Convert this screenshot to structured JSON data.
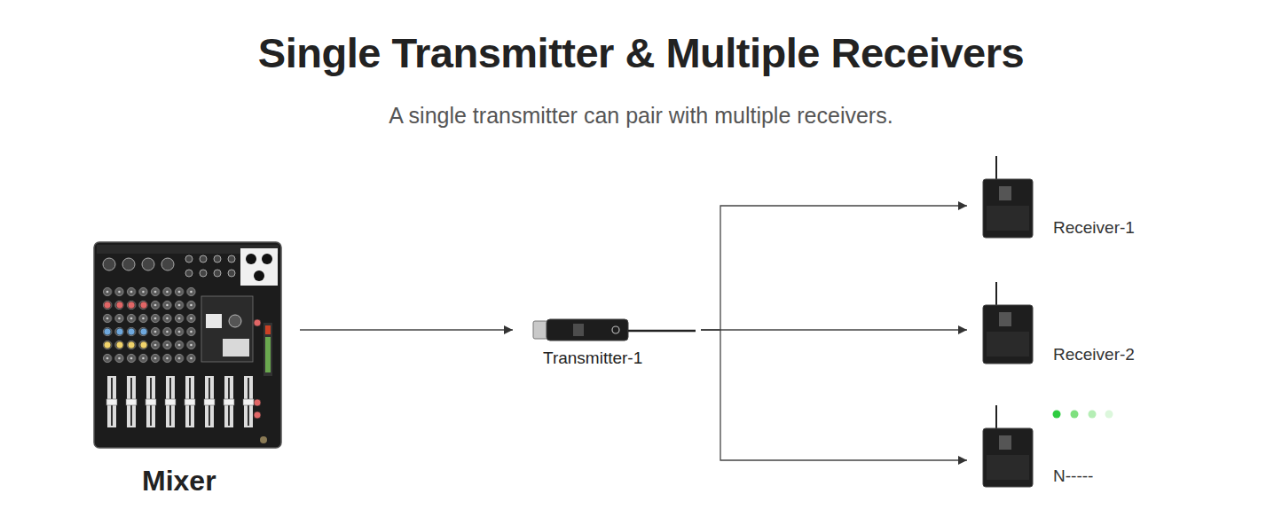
{
  "diagram": {
    "title": "Single Transmitter & Multiple Receivers",
    "caption": "A single transmitter can pair with multiple receivers.",
    "nodes": [
      {
        "text": [
          "Mixer"
        ]
      },
      {
        "text": [
          "Transmitter-1"
        ]
      },
      {
        "text": [
          "Receiver-1"
        ]
      },
      {
        "text": [
          "Receiver-2"
        ]
      },
      {
        "text": [
          "N-----"
        ]
      }
    ],
    "edges": [
      {
        "from": 0,
        "to": 1,
        "arrow": "to"
      },
      {
        "from": 1,
        "to": 2,
        "arrow": "to"
      },
      {
        "from": 1,
        "to": 3,
        "arrow": "to"
      },
      {
        "from": 1,
        "to": 4,
        "arrow": "to"
      }
    ]
  }
}
